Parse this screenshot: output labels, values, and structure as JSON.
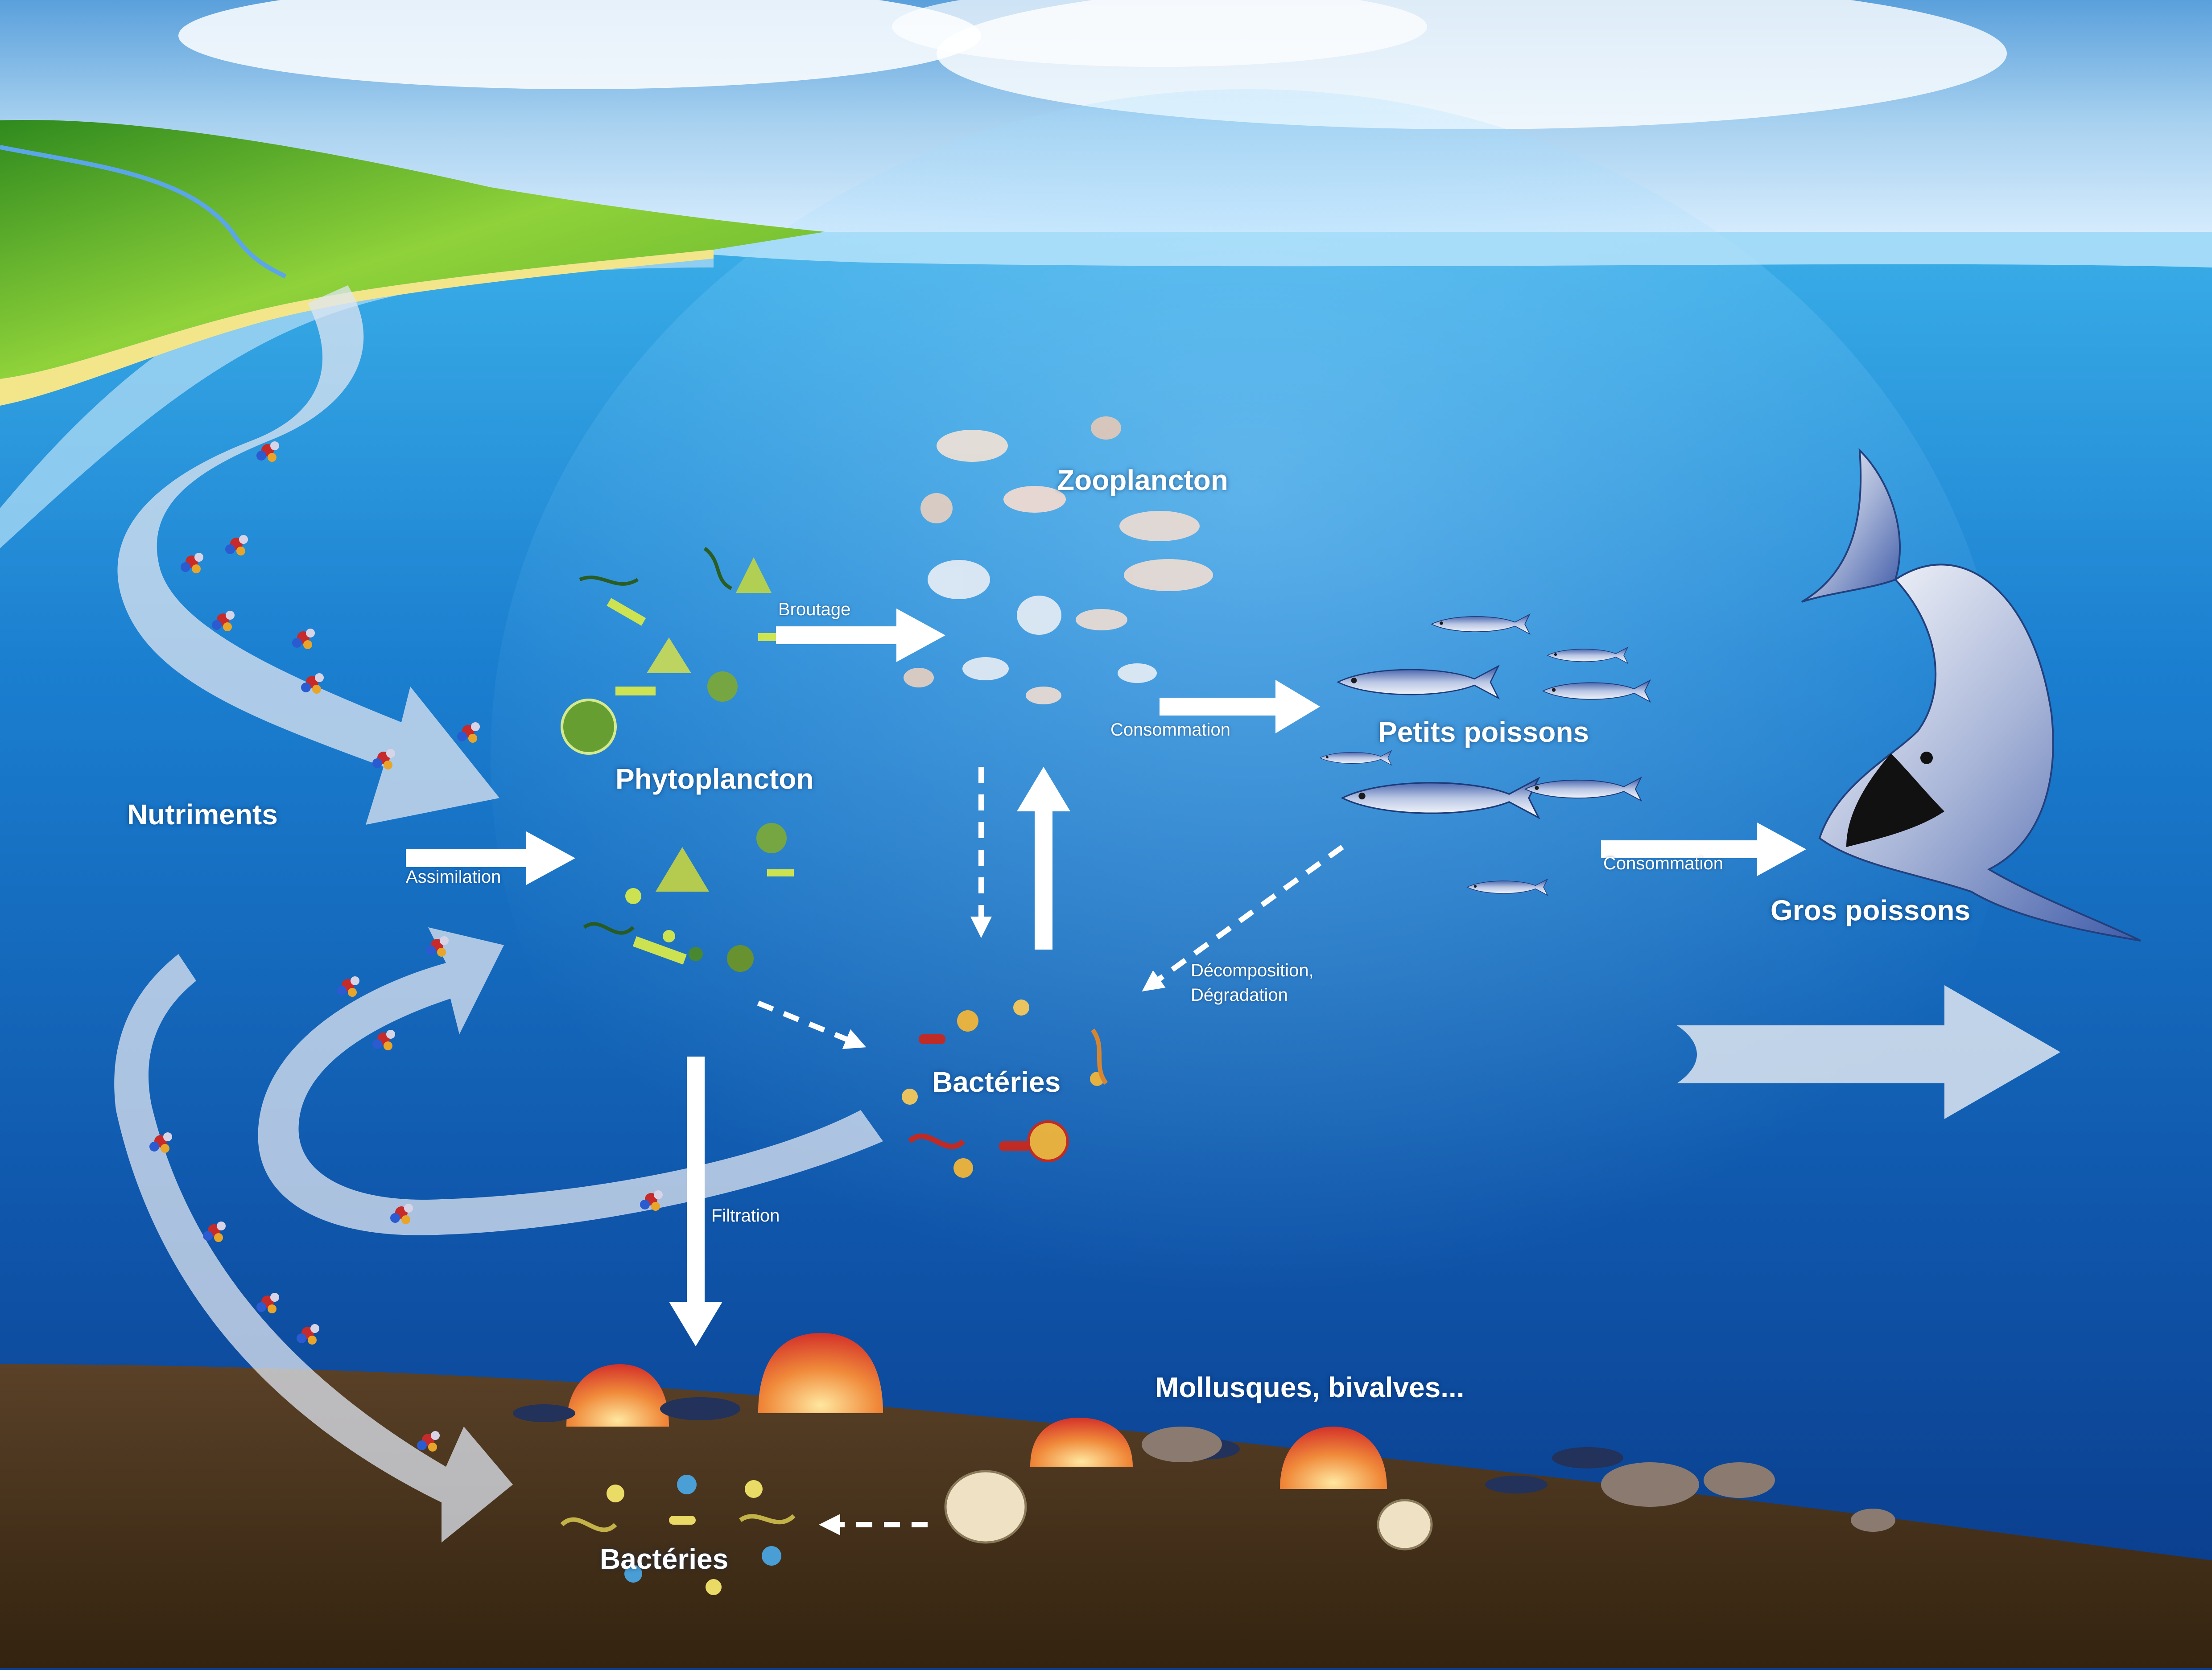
{
  "labels": {
    "nutriments": "Nutriments",
    "phytoplancton": "Phytoplancton",
    "zooplancton": "Zooplancton",
    "petits_poissons": "Petits poissons",
    "gros_poissons": "Gros poissons",
    "bacteries_water": "Bactéries",
    "bacteries_sediment": "Bactéries",
    "mollusques": "Mollusques, bivalves..."
  },
  "flows": {
    "assimilation": "Assimilation",
    "broutage": "Broutage",
    "consommation_zoo": "Consommation",
    "consommation_fish": "Consommation",
    "decomposition_line1": "Décomposition,",
    "decomposition_line2": "Dégradation",
    "filtration": "Filtration"
  },
  "colors": {
    "sky": "#cfe6f6",
    "ocean_surface": "#2f9ee0",
    "ocean_deep": "#0b3f95",
    "sediment": "#4a3420",
    "land_green": "#6fbf2a",
    "cycle_arrow": "#dfe6f0",
    "flow_arrow": "#ffffff"
  },
  "icons": {
    "shark": "shark-icon",
    "small_fish": "fish-icon",
    "shell": "scallop-icon",
    "mussel": "mussel-icon",
    "clam": "clam-icon",
    "molecule": "molecule-icon"
  }
}
